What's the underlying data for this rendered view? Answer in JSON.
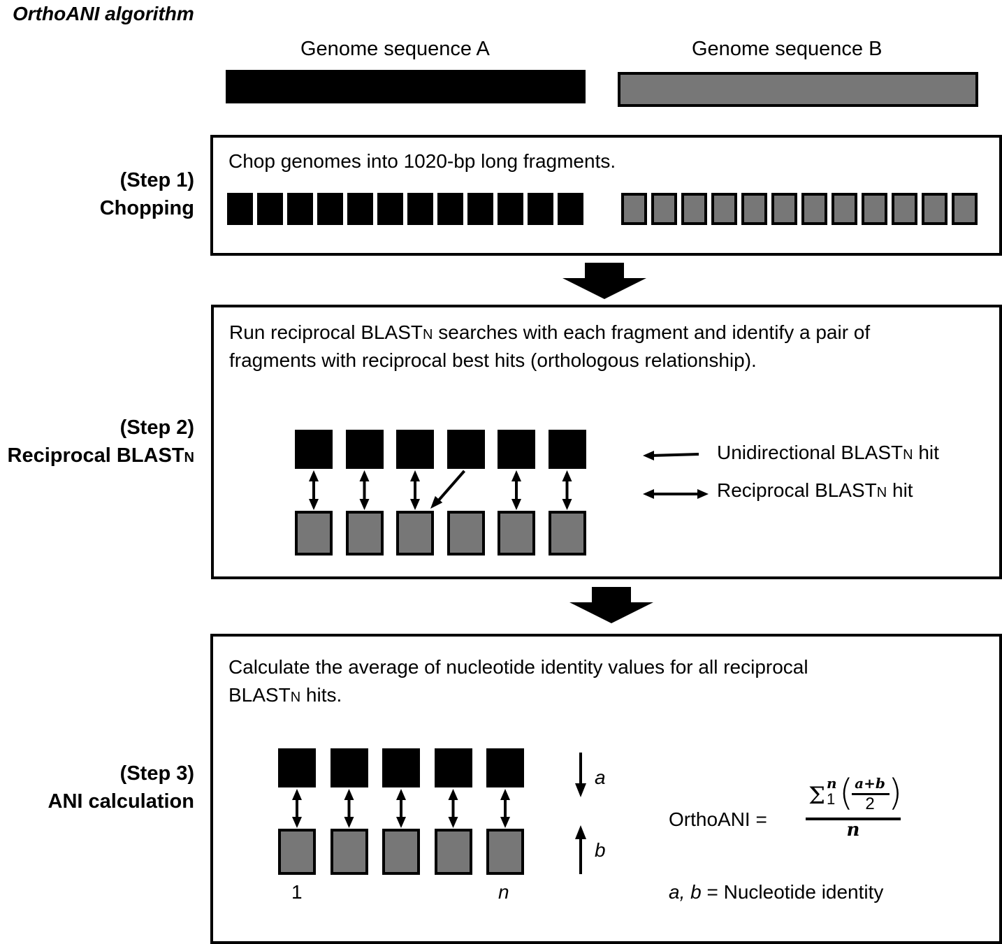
{
  "title": "OrthoANI algorithm",
  "genomes": {
    "a_label": "Genome sequence A",
    "b_label": "Genome sequence B",
    "colors": {
      "a": "#000000",
      "b": "#777777"
    }
  },
  "step1": {
    "label_line1": "(Step 1)",
    "label_line2": "Chopping",
    "description": "Chop genomes into 1020-bp long fragments.",
    "fragments_a": 12,
    "fragments_b": 12
  },
  "step2": {
    "label_line1": "(Step 2)",
    "label_line2_prefix": "Reciprocal ",
    "label_line2_sc": "BLASTn",
    "description_line1_a": "Run reciprocal ",
    "description_line1_sc": "BLASTn",
    "description_line1_b": " searches with each fragment and identify a pair of",
    "description_line2": "fragments with reciprocal best hits (orthologous relationship).",
    "legend": {
      "unidirectional_prefix": "Unidirectional ",
      "unidirectional_sc": "BLASTn",
      "unidirectional_suffix": " hit",
      "reciprocal_prefix": "Reciprocal ",
      "reciprocal_sc": "BLASTn",
      "reciprocal_suffix": " hit"
    },
    "pairs": [
      {
        "type": "reciprocal"
      },
      {
        "type": "reciprocal"
      },
      {
        "type": "reciprocal"
      },
      {
        "type": "unidirectional-to-previous"
      },
      {
        "type": "reciprocal"
      },
      {
        "type": "reciprocal"
      }
    ]
  },
  "step3": {
    "label_line1": "(Step 3)",
    "label_line2": "ANI calculation",
    "description_line1": "Calculate the average of nucleotide identity values for all reciprocal",
    "description_line2_sc": "BLASTn",
    "description_line2_suffix": " hits.",
    "pair_count": 5,
    "index_first": "1",
    "index_last": "n",
    "var_a": "a",
    "var_b": "b",
    "formula": {
      "lhs": "OrthoANI =",
      "sigma": "Σ",
      "sup": "n",
      "sub": "1",
      "frac_num": "a+b",
      "frac_den": "2",
      "denominator": "n"
    },
    "definition_vars": "a, b",
    "definition_text": " = Nucleotide identity"
  }
}
